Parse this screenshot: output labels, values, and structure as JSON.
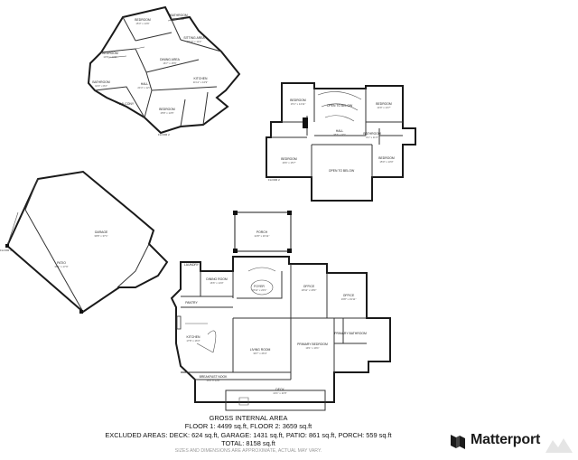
{
  "floors": [
    {
      "label": "FLOOR 2",
      "rooms": [
        {
          "name": "BEDROOM",
          "dims": "15'3\" x 14'6\""
        },
        {
          "name": "BATHROOM",
          "dims": "9'1\" x 9'10\""
        },
        {
          "name": "SITTING AREA",
          "dims": "18'10\" x 11'2\""
        },
        {
          "name": "BEDROOM",
          "dims": "13'9\" x 17'5\""
        },
        {
          "name": "DINING AREA",
          "dims": "16'7\" x 15'5\""
        },
        {
          "name": "KITCHEN",
          "dims": "11'11\" x 10'9\""
        },
        {
          "name": "HALL",
          "dims": "24'4\" x 12'7\""
        },
        {
          "name": "BATHROOM",
          "dims": "10'0\" x 8'2\""
        },
        {
          "name": "BEDROOM",
          "dims": "15'8\" x 14'5\""
        },
        {
          "name": "BALCONY",
          "dims": ""
        }
      ]
    },
    {
      "label": "FLOOR 2",
      "rooms": [
        {
          "name": "BEDROOM",
          "dims": "15'1\" x 14'11\""
        },
        {
          "name": "OPEN TO BELOW",
          "dims": ""
        },
        {
          "name": "BEDROOM",
          "dims": "14'9\" x 14'7\""
        },
        {
          "name": "HALL",
          "dims": "38'6\" x 9'5\""
        },
        {
          "name": "BATHROOM",
          "dims": "9'1\" x 11'3\""
        },
        {
          "name": "BEDROOM",
          "dims": "16'6\" x 15'7\""
        },
        {
          "name": "OPEN TO BELOW",
          "dims": ""
        },
        {
          "name": "BEDROOM",
          "dims": "15'0\" x 13'0\""
        }
      ]
    },
    {
      "label": "FLOOR 1",
      "rooms": [
        {
          "name": "GARAGE",
          "dims": "39'8\" x 37'1\""
        },
        {
          "name": "PATIO",
          "dims": "35'1\" x 17'9\""
        },
        {
          "name": "PORCH",
          "dims": "22'8\" x 26'11\""
        },
        {
          "name": "LAUNDRY",
          "dims": ""
        },
        {
          "name": "DINING ROOM",
          "dims": "16'6\" x 14'0\""
        },
        {
          "name": "FOYER",
          "dims": "18'11\" x 20'1\""
        },
        {
          "name": "OFFICE",
          "dims": "18'11\" x 18'0\""
        },
        {
          "name": "OFFICE",
          "dims": "16'8\" x 19'11\""
        },
        {
          "name": "PANTRY",
          "dims": ""
        },
        {
          "name": "KITCHEN",
          "dims": "17'8\" x 16'3\""
        },
        {
          "name": "LIVING ROOM",
          "dims": "30'7\" x 26'4\""
        },
        {
          "name": "PRIMARY BEDROOM",
          "dims": "19'1\" x 19'1\""
        },
        {
          "name": "PRIMARY BATHROOM",
          "dims": ""
        },
        {
          "name": "BREAKFAST NOOK",
          "dims": "15'6\" x 13'8\""
        },
        {
          "name": "DECK",
          "dims": "44'1\" x 11'8\""
        }
      ]
    }
  ],
  "summary": {
    "heading": "GROSS INTERNAL AREA",
    "floors_line": "FLOOR 1: 4499 sq.ft, FLOOR 2: 3659 sq.ft",
    "excluded_line": "EXCLUDED AREAS: DECK: 624 sq.ft, GARAGE: 1431 sq.ft, PATIO: 861 sq.ft, PORCH: 559 sq.ft",
    "total_line": "TOTAL: 8158 sq.ft",
    "note": "SIZES AND DIMENSIONS ARE APPROXIMATE, ACTUAL MAY VARY."
  },
  "brand": {
    "name": "Matterport",
    "icon": "matterport-logo-icon",
    "watermark_icon": "mls-watermark-icon"
  }
}
